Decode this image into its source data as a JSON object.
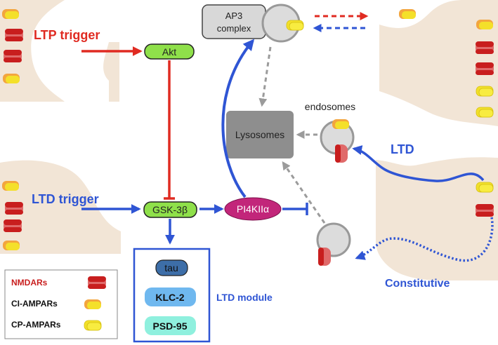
{
  "labels": {
    "ltp_trigger": "LTP trigger",
    "ltd_trigger": "LTD trigger",
    "akt": "Akt",
    "gsk": "GSK-3β",
    "pi4k": "PI4KIIα",
    "ap3_line1": "AP3",
    "ap3_line2": "complex",
    "lysosomes": "Lysosomes",
    "endosomes": "endosomes",
    "ltd": "LTD",
    "constitutive": "Constitutive",
    "ltd_module": "LTD module",
    "tau": "tau",
    "klc2": "KLC-2",
    "psd95": "PSD-95"
  },
  "legend": {
    "nmdar": "NMDARs",
    "ci_ampar": "CI-AMPARs",
    "cp_ampar": "CP-AMPARs"
  },
  "colors": {
    "red_arrow": "#e02b22",
    "blue_arrow": "#2f55d4",
    "gray_arrow": "#9b9b9b",
    "spine_fill": "#f2e5d6",
    "akt_fill": "#8fe04a",
    "pi4k_fill": "#c2267a",
    "lysosome_fill": "#8e8e8e",
    "ap3_fill": "#d8d8d8",
    "tau_fill": "#3d6ea8",
    "klc2_fill": "#6fb8ef",
    "psd95_fill": "#8ff0de",
    "nmdar_color": "#d62a2a",
    "ci_ampar_color": "#f2a23c",
    "cp_ampar_color": "#f2e52a"
  }
}
